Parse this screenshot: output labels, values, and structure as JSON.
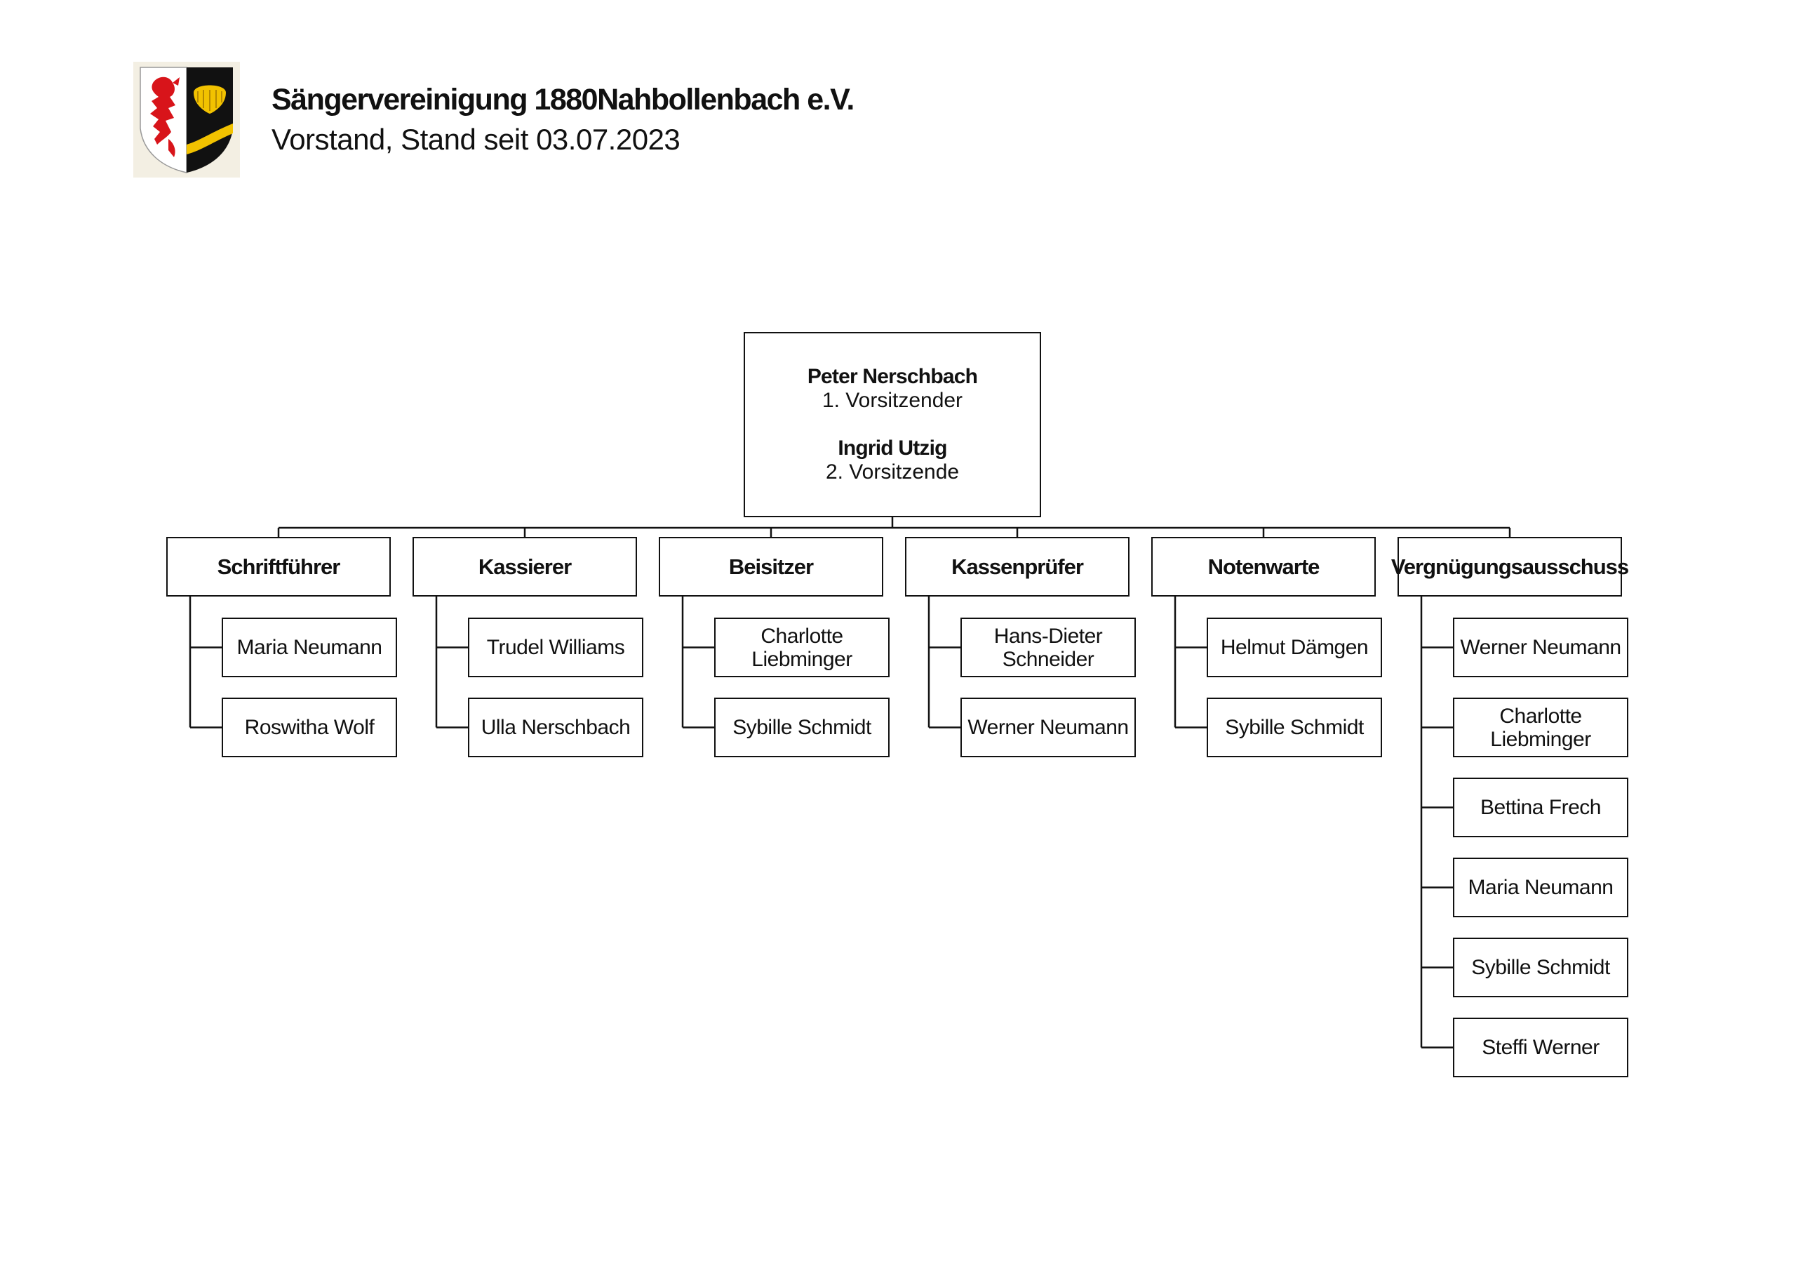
{
  "header": {
    "title": "Sängervereinigung 1880Nahbollenbach e.V.",
    "subtitle": "Vorstand, Stand seit 03.07.2023",
    "logo_icon": "coat-of-arms-icon",
    "logo_colors": {
      "red": "#d8141a",
      "gold": "#f2c200",
      "black": "#111111",
      "white": "#ffffff"
    }
  },
  "top": {
    "name1": "Peter Nerschbach",
    "role1": "1. Vorsitzender",
    "name2": "Ingrid Utzig",
    "role2": "2. Vorsitzende"
  },
  "departments": [
    {
      "title": "Schriftführer",
      "members": [
        "Maria Neumann",
        "Roswitha Wolf"
      ]
    },
    {
      "title": "Kassierer",
      "members": [
        "Trudel Williams",
        "Ulla Nerschbach"
      ]
    },
    {
      "title": "Beisitzer",
      "members": [
        "Charlotte\nLiebminger",
        "Sybille Schmidt"
      ]
    },
    {
      "title": "Kassenprüfer",
      "members": [
        "Hans-Dieter\nSchneider",
        "Werner Neumann"
      ]
    },
    {
      "title": "Notenwarte",
      "members": [
        "Helmut Dämgen",
        "Sybille Schmidt"
      ]
    },
    {
      "title": "Vergnügungsausschuss",
      "members": [
        "Werner Neumann",
        "Charlotte\nLiebminger",
        "Bettina Frech",
        "Maria Neumann",
        "Sybille Schmidt",
        "Steffi Werner"
      ]
    }
  ]
}
